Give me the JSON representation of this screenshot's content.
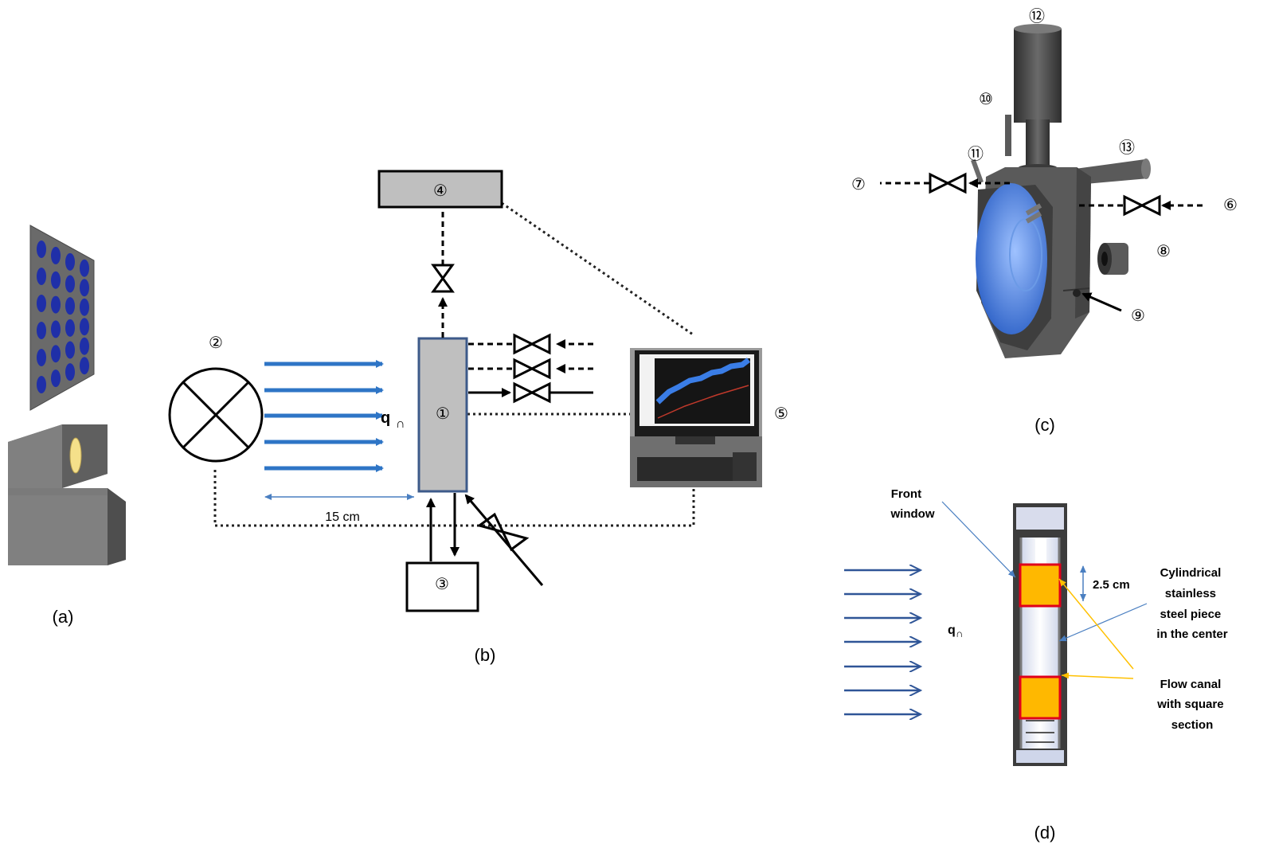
{
  "panels": {
    "a": {
      "caption": "(a)"
    },
    "b": {
      "caption": "(b)",
      "flux_label": "q",
      "flux_symbol": "∩",
      "distance_label": "15 cm",
      "markers": [
        "①",
        "②",
        "③",
        "④",
        "⑤"
      ]
    },
    "c": {
      "caption": "(c)",
      "markers": [
        "⑥",
        "⑦",
        "⑧",
        "⑨",
        "⑩",
        "⑪",
        "⑫",
        "⑬"
      ]
    },
    "d": {
      "caption": "(d)",
      "flux_label": "q",
      "flux_symbol": "∩",
      "front_window": [
        "Front",
        "window"
      ],
      "dimension": "2.5 cm",
      "center_piece": [
        "Cylindrical",
        "stainless",
        "steel piece",
        "in the center"
      ],
      "flow_canal": [
        "Flow canal",
        "with square",
        "section"
      ]
    }
  },
  "colors": {
    "arrow_blue": "#2e75c6",
    "arrow_navy": "#2f5597",
    "box_gray": "#bfbfbf",
    "column_border": "#3d5a8a",
    "device_gray": "#595959",
    "window_blue": "#4a86e8",
    "canal_orange": "#ffb800",
    "canal_red": "#e0001a",
    "leader_yellow": "#ffc000"
  }
}
